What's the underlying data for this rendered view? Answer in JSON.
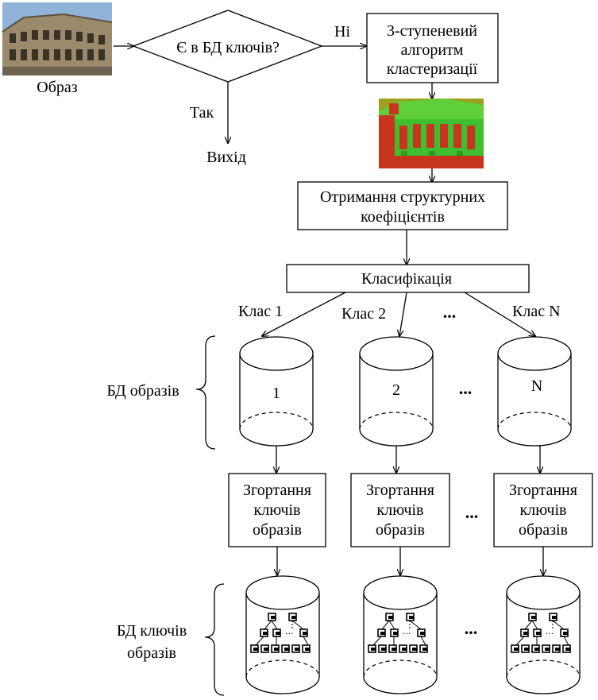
{
  "input": {
    "caption": "Образ"
  },
  "decision": {
    "question": "Є в БД ключів?",
    "no_label": "Ні",
    "yes_label": "Так",
    "exit_label": "Вихід"
  },
  "clustering": {
    "line1": "3-ступеневий",
    "line2": "алгоритм",
    "line3": "кластеризації"
  },
  "coefficients": {
    "line1": "Отримання структурних",
    "line2": "коефіцієнтів"
  },
  "classification": {
    "label": "Класифікація"
  },
  "classes": {
    "class1": "Клас 1",
    "class2": "Клас 2",
    "classN": "Клас N",
    "ellipsis": "..."
  },
  "image_db": {
    "label": "БД образів",
    "cyl1": "1",
    "cyl2": "2",
    "cylN": "N",
    "ellipsis": "..."
  },
  "folding": {
    "line1": "Згортання",
    "line2": "ключів",
    "line3": "образів",
    "ellipsis": "..."
  },
  "key_db": {
    "line1": "БД ключів",
    "line2": "образів",
    "ellipsis": "..."
  },
  "colors": {
    "image_stone": "#8a7a62",
    "image_sky": "#8fb3d9",
    "seg_green": "#3fbf2f",
    "seg_red": "#c8351e",
    "seg_olive": "#9aa11f"
  }
}
